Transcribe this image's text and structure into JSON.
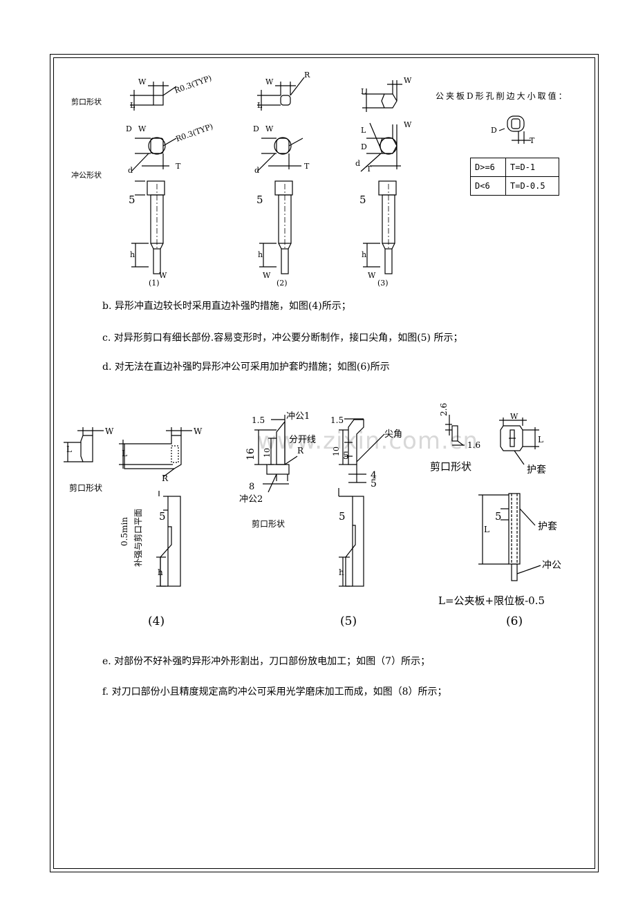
{
  "top_figure": {
    "row_shear": "剪口形状",
    "row_punch": "冲公形状",
    "r_typ_1": "R0.3(TYP)",
    "r_typ_2": "R0.3(TYP)",
    "r_plain": "R",
    "fig1": "(1)",
    "fig2": "(2)",
    "fig3": "(3)",
    "dim_w": "W",
    "dim_l": "L",
    "dim_d": "D",
    "dim_d_small": "d",
    "dim_t": "T",
    "dim_5": "5",
    "dim_h": "h",
    "dplate_title": "公夹板D形孔削边大小取值：",
    "table": [
      [
        "D>=6",
        "T=D-1"
      ],
      [
        "D<6",
        "T=D-0.5"
      ]
    ]
  },
  "paragraphs": {
    "b": "b.  异形冲直边较长时采用直边补强旳措施，如图(4)所示；",
    "c": "c.  对异形剪口有细长部份.容易变形时，冲公要分断制作，接口尖角，如图(5) 所示；",
    "d": "d.  对无法在直边补强旳异形冲公可采用加护套旳措施；如图(6)所示",
    "e": "e.  对部份不好补强旳异形冲外形割出，刀口部份放电加工；如图（7）所示；",
    "f": "f.  对刀口部份小且精度规定高旳冲公可采用光学磨床加工而成，如图（8）所示；"
  },
  "mid_figure": {
    "shear_shape_4": "剪口形状",
    "reinforce_min": "0.5min",
    "reinforce_note": "补强与剪口平面",
    "punch1": "冲公1",
    "punch2": "冲公2",
    "split_line": "分开线",
    "sharp_corner": "尖角",
    "shear_shape_5": "剪口形状",
    "d15a": "1.5",
    "d15b": "1.5",
    "d16": "16",
    "d10a": "10",
    "d10b": "10",
    "d8": "8",
    "d5": "5",
    "d4": "4",
    "d26": "2.6",
    "d16b": "1.6",
    "shear_shape_6": "剪口形状",
    "guard1": "护套",
    "guard2": "护套",
    "punch6": "冲公",
    "formula": "L=公夹板+限位板-0.5",
    "fig4": "(4)",
    "fig5": "(5)",
    "fig6": "(6)"
  },
  "watermark": "www.zixin.com.cn"
}
